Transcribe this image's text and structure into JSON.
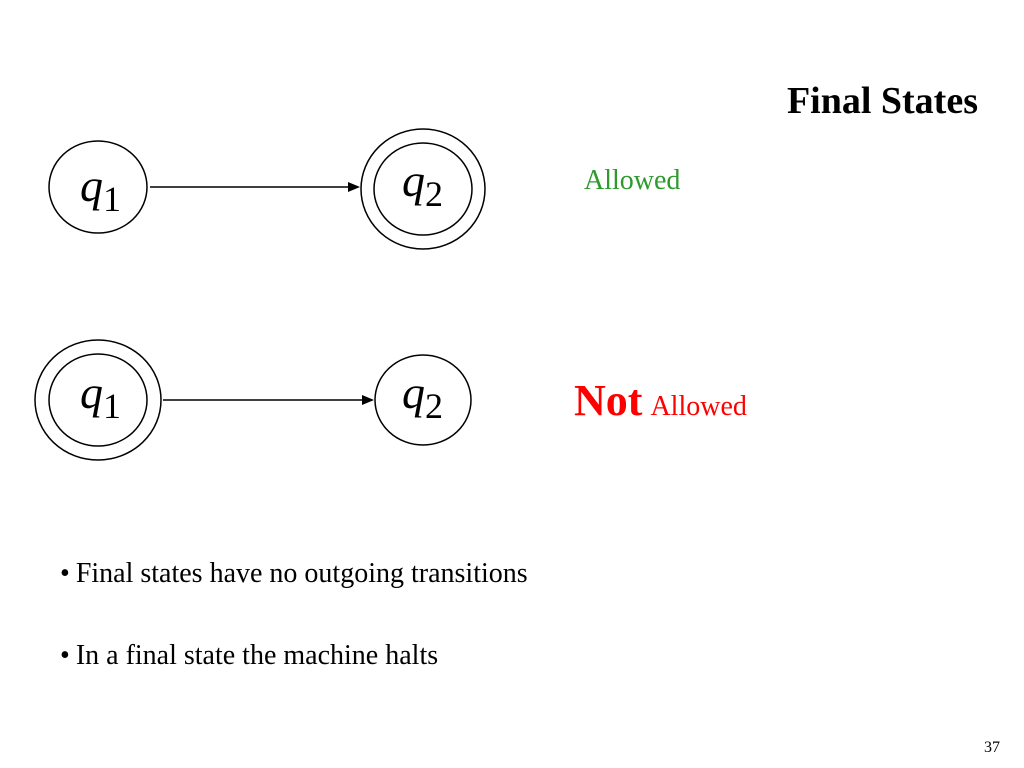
{
  "slide": {
    "title": "Final States",
    "page_number": "37"
  },
  "diagram_allowed": {
    "state_from": {
      "symbol": "q",
      "subscript": "1",
      "final": false
    },
    "state_to": {
      "symbol": "q",
      "subscript": "2",
      "final": true
    },
    "verdict": {
      "text": "Allowed",
      "color": "#2e9a2e"
    }
  },
  "diagram_not_allowed": {
    "state_from": {
      "symbol": "q",
      "subscript": "1",
      "final": true
    },
    "state_to": {
      "symbol": "q",
      "subscript": "2",
      "final": false
    },
    "verdict": {
      "prefix": "Not",
      "text": "Allowed",
      "color": "#ff0000"
    }
  },
  "bullets": [
    "Final states have no outgoing transitions",
    "In a final state the machine halts"
  ],
  "bullet_symbol": "•"
}
